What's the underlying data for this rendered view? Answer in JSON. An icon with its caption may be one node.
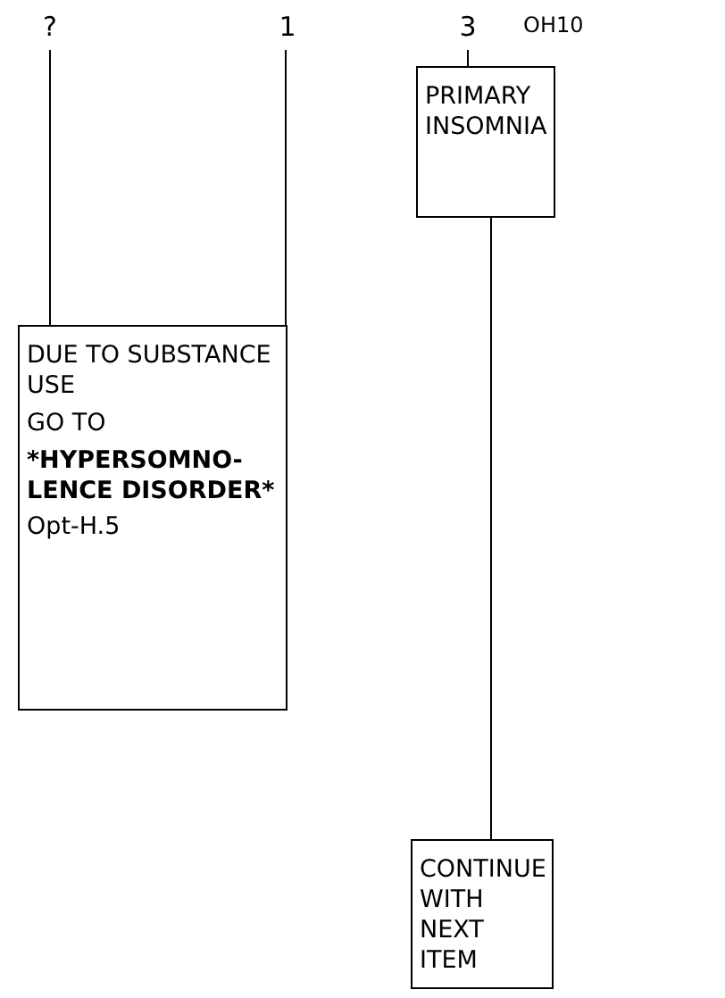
{
  "diagram": {
    "nodes": [
      {
        "text": [
          "?"
        ]
      },
      {
        "text": [
          "1"
        ]
      },
      {
        "text": [
          "3"
        ]
      },
      {
        "text": [
          "PRIMARY INSOMNIA"
        ]
      },
      {
        "text": [
          "DUE TO SUBSTANCE USE",
          "GO TO",
          "*HYPERSOMNO- LENCE DISORDER*",
          "Opt-H.5"
        ]
      },
      {
        "text": [
          "CONTINUE WITH NEXT ITEM"
        ]
      }
    ],
    "edges": [
      {
        "from": 0,
        "to": 4,
        "arrow": "none"
      },
      {
        "from": 1,
        "to": 4,
        "arrow": "none"
      },
      {
        "from": 2,
        "to": 3,
        "arrow": "none"
      },
      {
        "from": 3,
        "to": 5,
        "arrow": "none"
      }
    ],
    "labels": [
      "OH10"
    ]
  }
}
